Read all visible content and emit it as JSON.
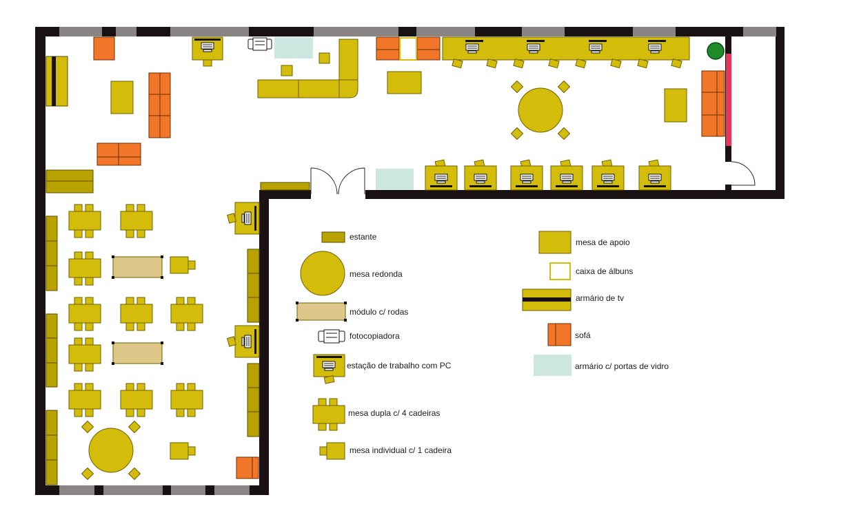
{
  "colors": {
    "wall": "#1a1212",
    "window": "#8a8585",
    "table": "#d4bc0a",
    "table_stroke": "#6e5f00",
    "bookcase": "#b8a200",
    "sofa": "#f27629",
    "glass_cabinet": "#cde6df",
    "rolling_module": "#ddc88a",
    "red_wall": "#e8355a",
    "plant": "#1e8a2a"
  },
  "legend": {
    "estante": "estante",
    "mesa_redonda": "mesa redonda",
    "modulo_rodas": "módulo c/ rodas",
    "fotocopiadora": "fotocopiadora",
    "estacao_pc": "estação de trabalho com PC",
    "mesa_dupla": "mesa dupla c/ 4 cadeiras",
    "mesa_individual": "mesa individual c/ 1 cadeira",
    "mesa_apoio": "mesa de apoio",
    "caixa_albuns": "caixa de álbuns",
    "armario_tv": "armário de tv",
    "sofa": "sofá",
    "armario_vidro": "armário c/ portas de vidro"
  }
}
